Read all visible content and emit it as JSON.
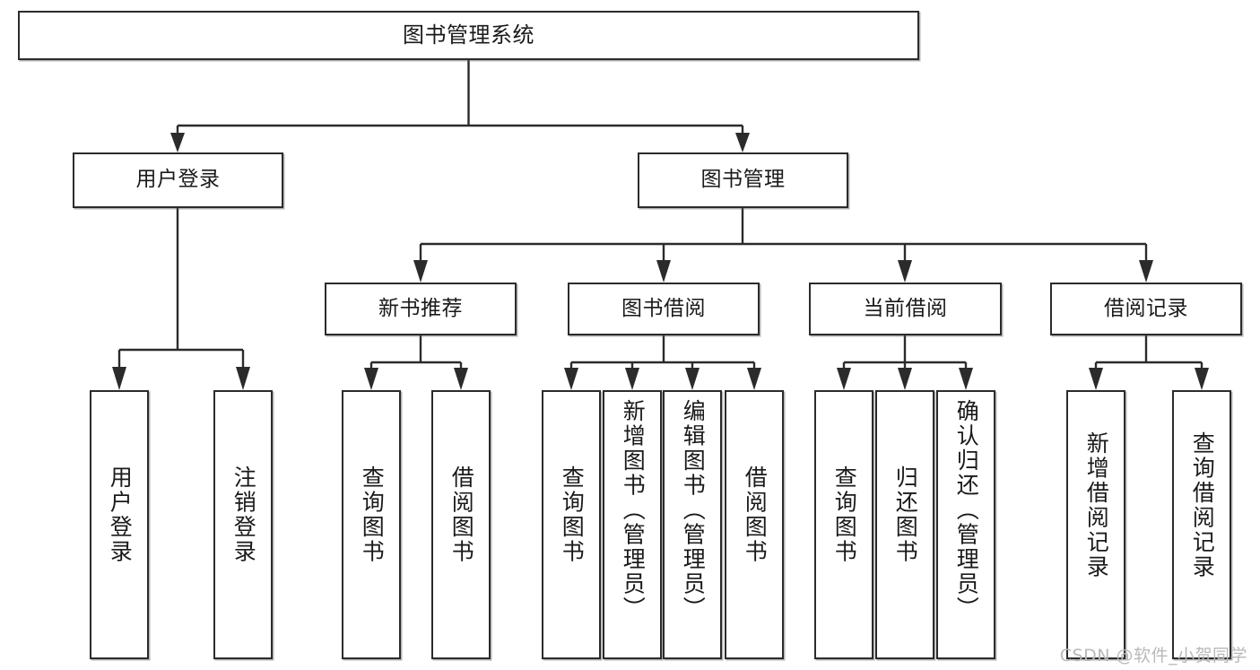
{
  "diagram": {
    "type": "tree",
    "title": "图书管理系统",
    "watermark": "CSDN @软件_小贺同学",
    "colors": {
      "box_border": "#2b2b2b",
      "box_fill": "#ffffff",
      "connector": "#2b2b2b",
      "text": "#1a1a1a",
      "watermark": "#b9b9b9",
      "canvas": "#ffffff"
    },
    "root": {
      "label": "图书管理系统"
    },
    "level2": [
      {
        "label": "用户登录"
      },
      {
        "label": "图书管理"
      }
    ],
    "level3": [
      {
        "label": "新书推荐"
      },
      {
        "label": "图书借阅"
      },
      {
        "label": "当前借阅"
      },
      {
        "label": "借阅记录"
      }
    ],
    "leaves": {
      "user_login": [
        {
          "label": "用户登录"
        },
        {
          "label": "注销登录"
        }
      ],
      "new_book_recommend": [
        {
          "label": "查询图书"
        },
        {
          "label": "借阅图书"
        }
      ],
      "book_borrow": [
        {
          "label": "查询图书"
        },
        {
          "label": "新增图书（管理员）"
        },
        {
          "label": "编辑图书（管理员）"
        },
        {
          "label": "借阅图书"
        }
      ],
      "current_borrow": [
        {
          "label": "查询图书"
        },
        {
          "label": "归还图书"
        },
        {
          "label": "确认归还（管理员）"
        }
      ],
      "borrow_record": [
        {
          "label": "新增借阅记录"
        },
        {
          "label": "查询借阅记录"
        }
      ]
    }
  }
}
